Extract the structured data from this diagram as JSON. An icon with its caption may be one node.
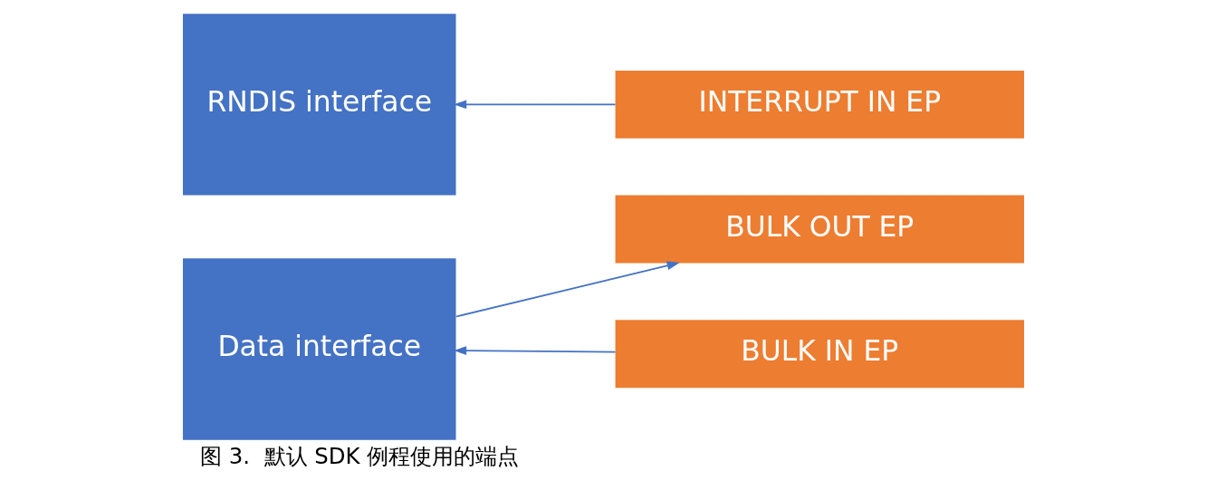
{
  "diagram": {
    "caption": "图 3.  默认 SDK 例程使用的端点",
    "nodes": [
      {
        "text": [
          "Data interface"
        ]
      },
      {
        "text": [
          "BULK OUT EP"
        ]
      },
      {
        "text": [
          "BULK IN EP"
        ]
      },
      {
        "text": [
          "RNDIS interface"
        ]
      },
      {
        "text": [
          "INTERRUPT IN EP"
        ]
      }
    ],
    "edges": [
      {
        "from": 0,
        "to": 1,
        "arrow": "to"
      },
      {
        "from": 2,
        "to": 0,
        "arrow": "to"
      },
      {
        "from": 4,
        "to": 3,
        "arrow": "to"
      }
    ]
  }
}
